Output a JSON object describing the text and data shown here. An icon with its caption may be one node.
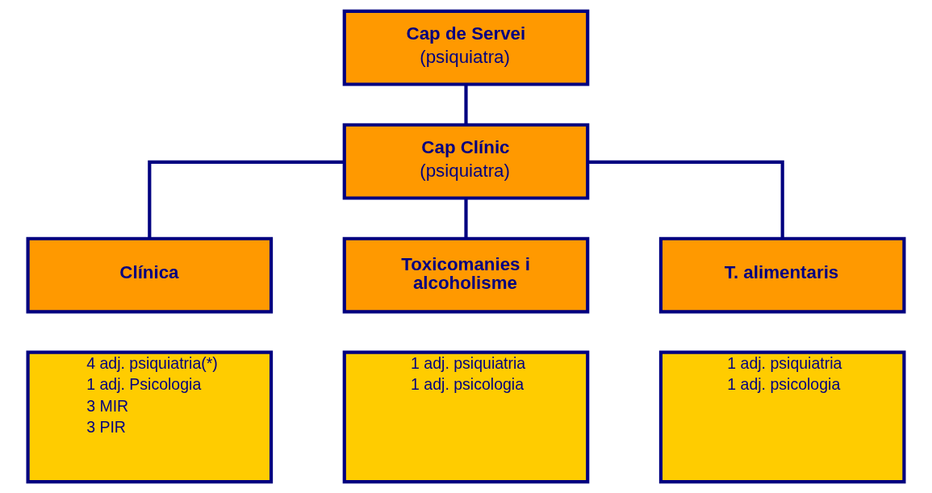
{
  "diagram": {
    "nodes": [
      {
        "text": [
          "Cap de Servei",
          "(psiquiatra)"
        ]
      },
      {
        "text": [
          "Cap Clínic",
          "(psiquiatra)"
        ]
      },
      {
        "text": [
          "Clínica"
        ]
      },
      {
        "text": [
          "4 adj. psiquiatria(*)",
          "1 adj. Psicologia",
          "3 MIR",
          "3 PIR"
        ]
      },
      {
        "text": [
          "Toxicomanies i alcoholisme"
        ]
      },
      {
        "text": [
          "1 adj. psiquiatria",
          "1 adj. psicologia"
        ]
      },
      {
        "text": [
          "T. alimentaris"
        ]
      },
      {
        "text": [
          "1 adj. psiquiatria",
          "1 adj. psicologia"
        ]
      }
    ],
    "edges": [
      {
        "from": 0,
        "to": 1,
        "arrow": "none"
      },
      {
        "from": 1,
        "to": 2,
        "arrow": "none"
      },
      {
        "from": 1,
        "to": 4,
        "arrow": "none"
      },
      {
        "from": 1,
        "to": 6,
        "arrow": "none"
      }
    ]
  }
}
